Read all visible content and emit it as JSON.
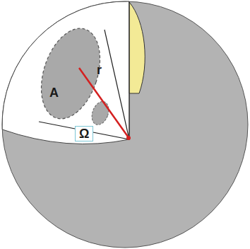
{
  "diagram": {
    "labels": [
      "A",
      "r",
      "Ω"
    ]
  }
}
